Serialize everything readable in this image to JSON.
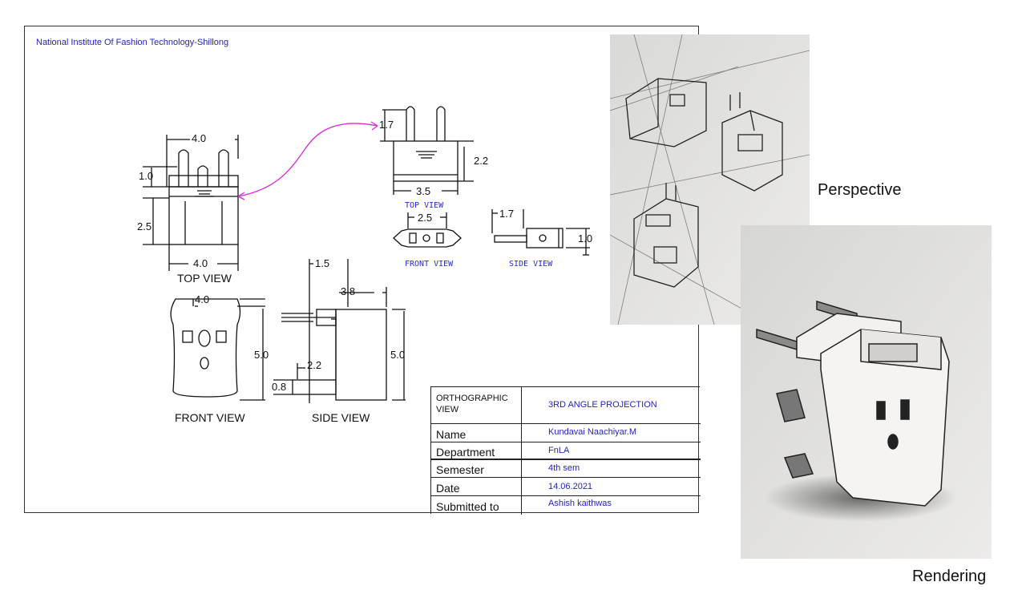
{
  "sheet": {
    "institute": "National Institute Of Fashion Technology-Shillong"
  },
  "views": {
    "top_view_main": "TOP VIEW",
    "front_view_main": "FRONT VIEW",
    "side_view_main": "SIDE VIEW",
    "top_view_small": "TOP VIEW",
    "front_view_small": "FRONT VIEW",
    "side_view_small": "SIDE VIEW"
  },
  "dimensions": {
    "top_width": "4.0",
    "top_pin": "1.0",
    "top_height": "2.5",
    "top_bottom_width": "4.0",
    "small_top_pin": "1.7",
    "small_top_height": "2.2",
    "small_top_width": "3.5",
    "small_front_width": "2.5",
    "small_side_pin": "1.7",
    "small_side_height": "1.0",
    "front_width": "4.0",
    "front_height": "5.0",
    "side_pin": "1.5",
    "side_depth": "3.8",
    "side_height": "5.0",
    "side_pin2": "2.2",
    "side_base": "0.8"
  },
  "title_block": {
    "heading": "ORTHOGRAPHIC VIEW",
    "projection": "3RD ANGLE PROJECTION",
    "rows": [
      {
        "key": "Name",
        "value": "Kundavai Naachiyar.M"
      },
      {
        "key": "Department",
        "value": "FnLA"
      },
      {
        "key": "Semester",
        "value": "4th sem"
      },
      {
        "key": "Date",
        "value": "14.06.2021"
      },
      {
        "key": "Submitted to",
        "value": "Ashish kaithwas"
      }
    ]
  },
  "captions": {
    "perspective": "Perspective",
    "rendering": "Rendering"
  },
  "colors": {
    "institute_text": "#2424b8",
    "arrow": "#d82ad8",
    "blue_label": "#2a2ad0"
  }
}
